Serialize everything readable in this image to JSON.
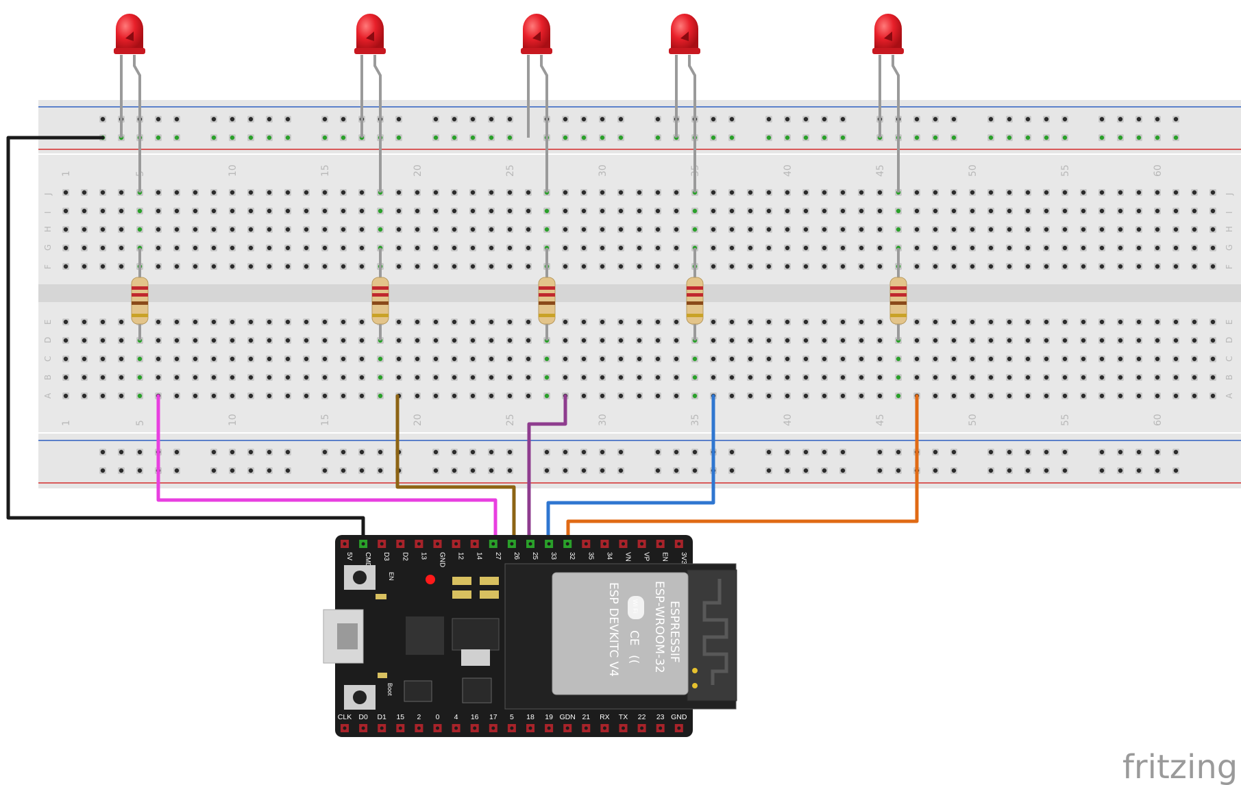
{
  "brand": "fritzing",
  "breadcolumn_labels": [
    "1",
    "5",
    "10",
    "15",
    "20",
    "25",
    "30",
    "35",
    "40",
    "45",
    "50",
    "55",
    "60"
  ],
  "row_labels_top": [
    "J",
    "I",
    "H",
    "G",
    "F"
  ],
  "row_labels_bottom": [
    "E",
    "D",
    "C",
    "B",
    "A"
  ],
  "board": {
    "top_pins": [
      "5V",
      "CMD",
      "D3",
      "D2",
      "13",
      "GND",
      "12",
      "14",
      "27",
      "26",
      "25",
      "33",
      "32",
      "35",
      "34",
      "VN",
      "VP",
      "EN",
      "3V3"
    ],
    "bottom_pins": [
      "CLK",
      "D0",
      "D1",
      "15",
      "2",
      "0",
      "4",
      "16",
      "17",
      "5",
      "18",
      "19",
      "GDN",
      "21",
      "RX",
      "TX",
      "22",
      "23",
      "GND"
    ],
    "module_lines": [
      "ESPRESSIF",
      "ESP-WROOM-32",
      "ESP DEVKITC V4"
    ],
    "en_label": "EN",
    "boot_label": "Boot",
    "wifi_label": "Wi Fi"
  },
  "colors": {
    "wire_gnd": "#1a1a1a",
    "wire_27": "#e83fe0",
    "wire_26": "#8d6414",
    "wire_25": "#8e3c8e",
    "wire_33": "#2f76d0",
    "wire_32": "#e06a14",
    "led": "#e8202a",
    "rail_blue": "#2d5fc0",
    "rail_red": "#d42a2a"
  },
  "components": {
    "leds": [
      "led-1",
      "led-2",
      "led-3",
      "led-4",
      "led-5"
    ],
    "resistors": [
      "resistor-1",
      "resistor-2",
      "resistor-3",
      "resistor-4",
      "resistor-5"
    ]
  }
}
